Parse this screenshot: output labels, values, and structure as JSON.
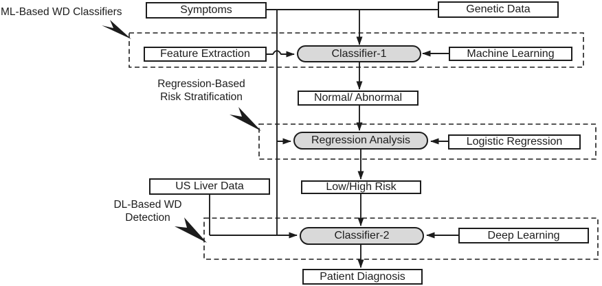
{
  "diagram": {
    "background": "#ffffff",
    "line_color": "#1c1c1c",
    "node_fill": "#ffffff",
    "stadium_fill": "#d9d9d9"
  },
  "labels": {
    "ml_stage": "ML-Based WD Classifiers",
    "regression_stage_line1": "Regression-Based",
    "regression_stage_line2": "Risk Stratification",
    "dl_stage_line1": "DL-Based WD",
    "dl_stage_line2": "Detection"
  },
  "nodes": {
    "symptoms": "Symptoms",
    "genetic_data": "Genetic Data",
    "feature_extraction": "Feature Extraction",
    "classifier_1": "Classifier-1",
    "machine_learning": "Machine Learning",
    "normal_abnormal": "Normal/ Abnormal",
    "regression_analysis": "Regression Analysis",
    "logistic_regression": "Logistic Regression",
    "us_liver_data": "US Liver Data",
    "low_high_risk": "Low/High Risk",
    "classifier_2": "Classifier-2",
    "deep_learning": "Deep Learning",
    "patient_diagnosis": "Patient Diagnosis"
  }
}
